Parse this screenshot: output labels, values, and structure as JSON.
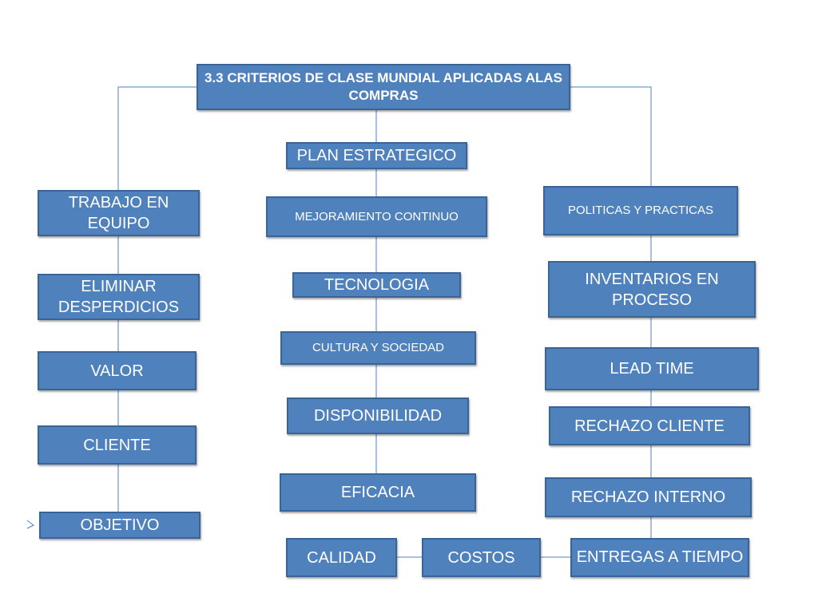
{
  "title": "3.3 CRITERIOS DE CLASE MUNDIAL APLICADAS ALAS COMPRAS",
  "left_column": [
    {
      "id": "trabajo",
      "label": "TRABAJO EN EQUIPO"
    },
    {
      "id": "eliminar",
      "label": "ELIMINAR DESPERDICIOS"
    },
    {
      "id": "valor",
      "label": "VALOR"
    },
    {
      "id": "cliente",
      "label": "CLIENTE"
    },
    {
      "id": "objetivo",
      "label": "OBJETIVO"
    }
  ],
  "center_column": [
    {
      "id": "plan",
      "label": "PLAN ESTRATEGICO"
    },
    {
      "id": "mejoramiento",
      "label": "MEJORAMIENTO CONTINUO"
    },
    {
      "id": "tecnologia",
      "label": "TECNOLOGIA"
    },
    {
      "id": "cultura",
      "label": "CULTURA Y SOCIEDAD"
    },
    {
      "id": "disponibilidad",
      "label": "DISPONIBILIDAD"
    },
    {
      "id": "eficacia",
      "label": "EFICACIA"
    }
  ],
  "right_column": [
    {
      "id": "politicas",
      "label": "POLITICAS  Y PRACTICAS"
    },
    {
      "id": "inventarios",
      "label": "INVENTARIOS EN PROCESO"
    },
    {
      "id": "lead",
      "label": "LEAD TIME"
    },
    {
      "id": "rechazo_cliente",
      "label": "RECHAZO CLIENTE"
    },
    {
      "id": "rechazo_interno",
      "label": "RECHAZO INTERNO"
    },
    {
      "id": "entregas",
      "label": "ENTREGAS A TIEMPO"
    }
  ],
  "bottom_row": [
    {
      "id": "calidad",
      "label": "CALIDAD"
    },
    {
      "id": "costos",
      "label": "COSTOS"
    }
  ],
  "colors": {
    "box_fill": "#4f81bd",
    "box_border": "#3a6496",
    "text": "#ffffff",
    "connector": "#4f81bd"
  }
}
